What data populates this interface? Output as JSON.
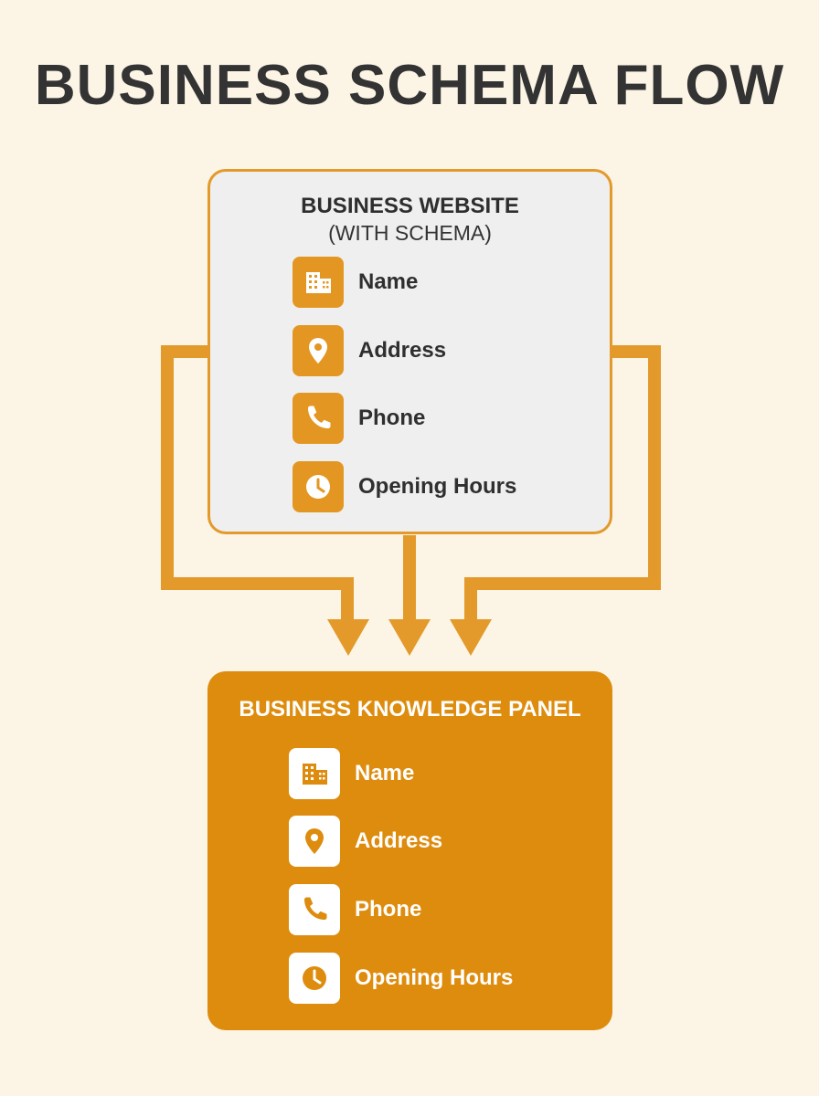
{
  "title": "BUSINESS SCHEMA FLOW",
  "colors": {
    "background": "#fcf5e6",
    "accent": "#e39a2a",
    "panel_fill": "#de8c0e",
    "website_fill": "#efefef",
    "text_dark": "#333333",
    "text_light": "#ffffff"
  },
  "website": {
    "heading": "BUSINESS WEBSITE",
    "subheading": "(WITH SCHEMA)",
    "items": [
      {
        "label": "Name",
        "icon": "building-icon"
      },
      {
        "label": "Address",
        "icon": "location-pin-icon"
      },
      {
        "label": "Phone",
        "icon": "phone-icon"
      },
      {
        "label": "Opening Hours",
        "icon": "clock-icon"
      }
    ]
  },
  "panel": {
    "heading": "BUSINESS KNOWLEDGE PANEL",
    "items": [
      {
        "label": "Name",
        "icon": "building-icon"
      },
      {
        "label": "Address",
        "icon": "location-pin-icon"
      },
      {
        "label": "Phone",
        "icon": "phone-icon"
      },
      {
        "label": "Opening Hours",
        "icon": "clock-icon"
      }
    ]
  },
  "flow": {
    "from": "website",
    "to": "panel",
    "arrow_count": 3
  }
}
